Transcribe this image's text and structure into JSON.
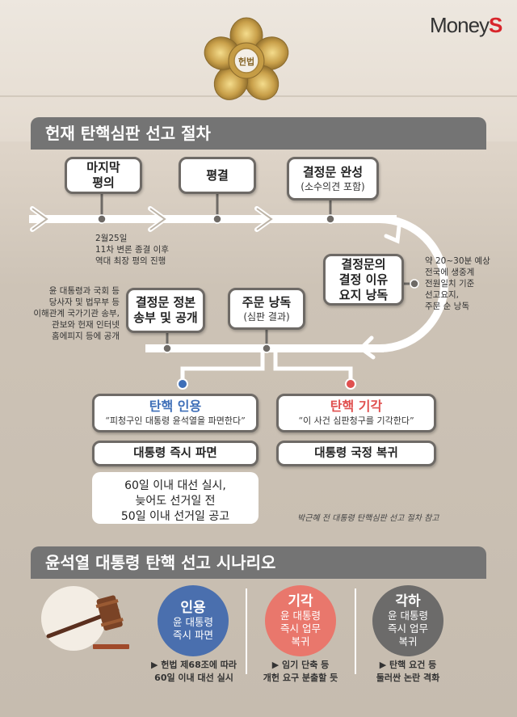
{
  "brand": {
    "logo_text": "Money",
    "logo_accent": "S",
    "accent_color": "#d8252b"
  },
  "emblem": {
    "label": "헌법"
  },
  "section1": {
    "title": "헌재 탄핵심판 선고 절차"
  },
  "flow": {
    "steps": [
      {
        "id": "final-deliberation",
        "title_line1": "마지막",
        "title_line2": "평의"
      },
      {
        "id": "verdict-vote",
        "title": "평결"
      },
      {
        "id": "decision-complete",
        "title": "결정문 완성",
        "sub": "(소수의견 포함)"
      },
      {
        "id": "reasons-reading",
        "title_line1": "결정문의",
        "title_line2": "결정 이유",
        "title_line3": "요지 낭독"
      },
      {
        "id": "order-reading",
        "title": "주문 낭독",
        "sub": "(심판 결과)"
      },
      {
        "id": "publish",
        "title_line1": "결정문 정본",
        "title_line2": "송부 및 공개"
      }
    ],
    "notes": {
      "deliberation": [
        "2월25일",
        "11차 변론 종결 이후",
        "역대 최장 평의 진행"
      ],
      "reading": [
        "약 20~30분 예상",
        "전국에 생중계",
        "전원일치 기준",
        "선고요지,",
        "주문 순 낭독"
      ],
      "publish": [
        "윤 대통령과 국회 등",
        "당사자 및 법무부 등",
        "이해관계 국가기관 송부,",
        "관보와 헌재 인터넷",
        "홈에피지 등에 공개"
      ]
    },
    "outcomes": [
      {
        "id": "uphold",
        "color": "#3f6fb8",
        "title": "탄핵 인용",
        "quote": "“피청구인 대통령 윤석열을 파면한다”",
        "result": "대통령 즉시 파면",
        "detail": [
          "60일 이내 대선 실시,",
          "늦어도 선거일 전",
          "50일 이내 선거일 공고"
        ]
      },
      {
        "id": "dismiss",
        "color": "#e0504f",
        "title": "탄핵 기각",
        "quote": "“이 사건 심판청구를 기각한다”",
        "result": "대통령 국정 복귀"
      }
    ],
    "reference": "박근혜 전 대통령 탄핵심판 선고 절차 참고"
  },
  "section2": {
    "title": "윤석열 대통령 탄핵 선고 시나리오"
  },
  "scenarios": [
    {
      "id": "uphold",
      "color": "#4a6fae",
      "title": "인용",
      "desc": [
        "윤 대통령",
        "즉시 파면"
      ],
      "caption": [
        "▶ 헌법 제68조에 따라",
        "60일 이내 대선 실시"
      ]
    },
    {
      "id": "dismiss",
      "color": "#e9776c",
      "title": "기각",
      "desc": [
        "윤 대통령",
        "즉시 업무",
        "복귀"
      ],
      "caption": [
        "▶ 임기 단축 등",
        "개헌 요구 분출할 듯"
      ]
    },
    {
      "id": "reject",
      "color": "#6c6b6a",
      "title": "각하",
      "desc": [
        "윤 대통령",
        "즉시 업무",
        "복귀"
      ],
      "caption": [
        "▶ 탄핵 요건 등",
        "둘러싼 논란 격화"
      ]
    }
  ]
}
